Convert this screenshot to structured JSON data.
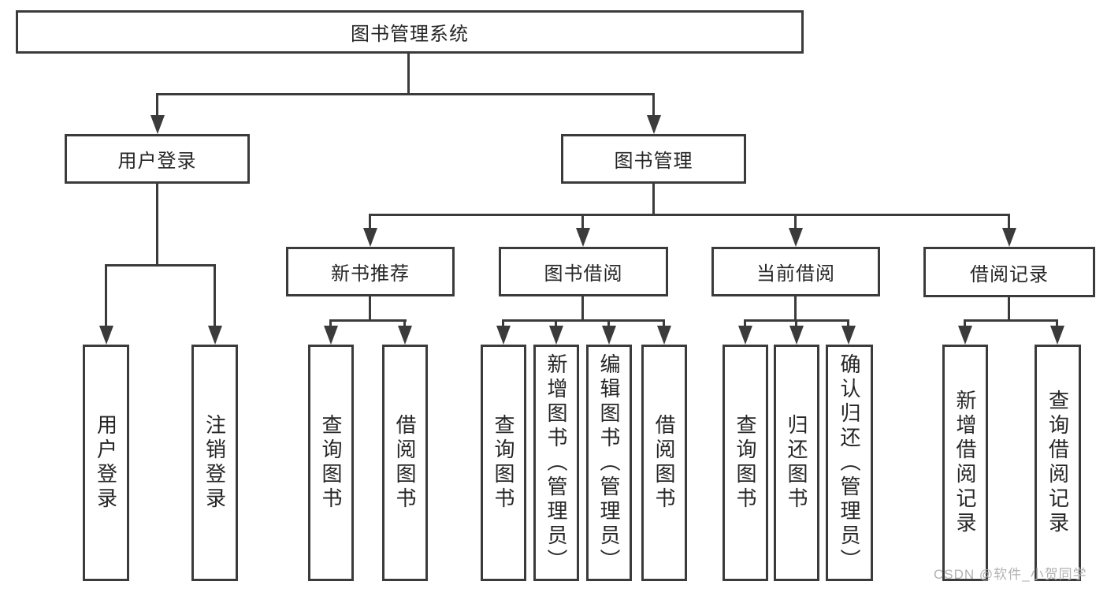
{
  "root": {
    "label": "图书管理系统"
  },
  "branches": {
    "user_login": {
      "label": "用户登录",
      "children": [
        "用户登录",
        "注销登录"
      ]
    },
    "book_mgmt": {
      "label": "图书管理",
      "sections": {
        "new_book_rec": {
          "label": "新书推荐",
          "children": [
            "查询图书",
            "借阅图书"
          ]
        },
        "book_borrow": {
          "label": "图书借阅",
          "children": [
            "查询图书",
            "新增图书（管理员）",
            "编辑图书（管理员）",
            "借阅图书"
          ]
        },
        "current_borrow": {
          "label": "当前借阅",
          "children": [
            "查询图书",
            "归还图书",
            "确认归还（管理员）"
          ]
        },
        "borrow_records": {
          "label": "借阅记录",
          "children": [
            "新增借阅记录",
            "查询借阅记录"
          ]
        }
      }
    }
  },
  "watermark": {
    "text": "CSDN @软件_小贺同学"
  },
  "colors": {
    "line": "#3b3b3b",
    "text": "#262626",
    "background": "#ffffff",
    "watermark_text": "#b2b2b2"
  }
}
